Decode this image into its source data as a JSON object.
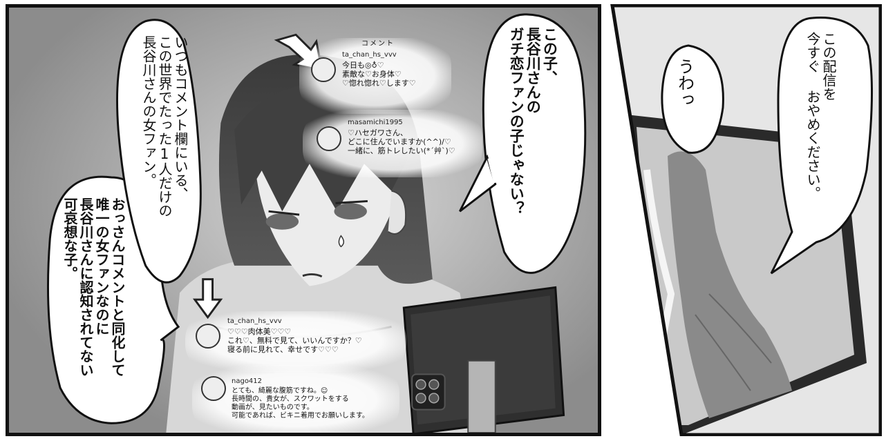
{
  "left_panel": {
    "comment_header": "コメント",
    "bubble_left_outer": "おっさんコメントと同化して\n唯一の女ファンなのに\n長谷川さんに認知されてない\n可哀想な子。",
    "bubble_left_inner": "いつもコメント欄にいる、\nこの世界でたった1人だけの\n長谷川さんの女ファン。",
    "bubble_center": "この子、\n長谷川さんの\nガチ恋ファンの子じゃない？",
    "comments_top": [
      {
        "user": "ta_chan_hs_vvv",
        "lines": [
          "今日も◎♁♡",
          "素敵な♡お身体♡",
          "♡惚れ惚れ♡します♡"
        ]
      },
      {
        "user": "masamichi1995",
        "lines": [
          "♡ハセガワさん、",
          "どこに住んでいますか(^^)/♡",
          "一緒に、筋トレしたい(*´艸`)♡"
        ]
      }
    ],
    "comments_bottom": [
      {
        "user": "ta_chan_hs_vvv",
        "lines": [
          "♡♡♡肉体美♡♡♡",
          "これ♡、無料で見て、いいんですか？♡",
          "寝る前に見れて、幸せです♡♡♡"
        ]
      },
      {
        "user": "nago412",
        "lines": [
          "とても、綺麗な腹筋ですね。☺",
          "長時間の、貴女が、スクワットをする",
          "動画が、見たいものです。",
          "可能であれば、ビキニ着用でお願いします。"
        ]
      }
    ]
  },
  "right_panel": {
    "bubble_small": "うわっ",
    "bubble_large": "この配信を\n今すぐ おやめください。"
  }
}
